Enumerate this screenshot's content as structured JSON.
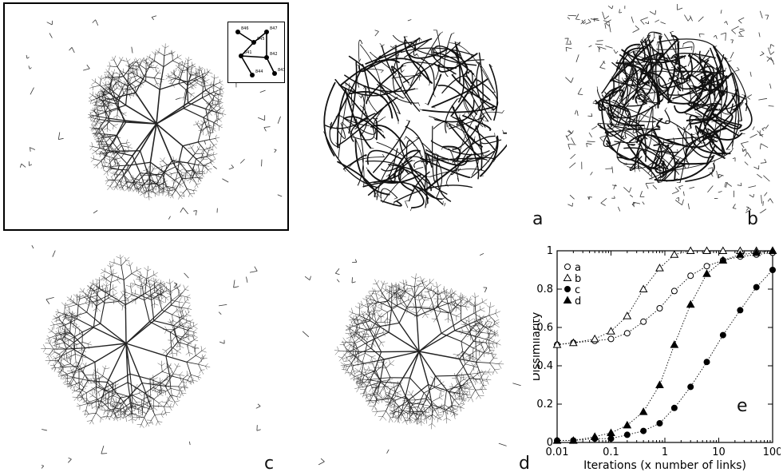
{
  "panels": {
    "a": {
      "label": "a"
    },
    "b": {
      "label": "b"
    },
    "c": {
      "label": "c"
    },
    "d": {
      "label": "d"
    },
    "e": {
      "label": "e"
    }
  },
  "inset": {
    "node_labels": [
      "846",
      "847",
      "845",
      "841",
      "842",
      "844",
      "843"
    ]
  },
  "chart_data": {
    "type": "scatter",
    "xscale": "log",
    "xlabel": "Iterations (x number of links)",
    "ylabel": "Dissimilarity",
    "xlim": [
      0.01,
      100
    ],
    "ylim": [
      0,
      1
    ],
    "xticks": [
      "0.01",
      "0.1",
      "1",
      "10",
      "100"
    ],
    "yticks": [
      "0",
      "0.2",
      "0.4",
      "0.6",
      "0.8",
      "1"
    ],
    "legend_position": "top-left",
    "series": [
      {
        "name": "a",
        "marker": "open-circle",
        "x": [
          0.01,
          0.02,
          0.05,
          0.1,
          0.2,
          0.4,
          0.8,
          1.5,
          3,
          6,
          12,
          25,
          50,
          100
        ],
        "y": [
          0.51,
          0.52,
          0.53,
          0.54,
          0.57,
          0.63,
          0.7,
          0.79,
          0.87,
          0.92,
          0.95,
          0.97,
          0.98,
          0.99
        ]
      },
      {
        "name": "b",
        "marker": "open-triangle",
        "x": [
          0.01,
          0.02,
          0.05,
          0.1,
          0.2,
          0.4,
          0.8,
          1.5,
          3,
          6,
          12,
          25,
          50,
          100
        ],
        "y": [
          0.51,
          0.52,
          0.54,
          0.58,
          0.66,
          0.8,
          0.91,
          0.98,
          1.0,
          1.0,
          1.0,
          1.0,
          1.0,
          1.0
        ]
      },
      {
        "name": "c",
        "marker": "filled-circle",
        "x": [
          0.01,
          0.02,
          0.05,
          0.1,
          0.2,
          0.4,
          0.8,
          1.5,
          3,
          6,
          12,
          25,
          50,
          100
        ],
        "y": [
          0.01,
          0.01,
          0.02,
          0.02,
          0.04,
          0.06,
          0.1,
          0.18,
          0.29,
          0.42,
          0.56,
          0.69,
          0.81,
          0.9
        ]
      },
      {
        "name": "d",
        "marker": "filled-triangle",
        "x": [
          0.01,
          0.02,
          0.05,
          0.1,
          0.2,
          0.4,
          0.8,
          1.5,
          3,
          6,
          12,
          25,
          50,
          100
        ],
        "y": [
          0.01,
          0.01,
          0.03,
          0.05,
          0.09,
          0.16,
          0.3,
          0.51,
          0.72,
          0.88,
          0.95,
          0.98,
          0.99,
          1.0
        ]
      }
    ]
  }
}
